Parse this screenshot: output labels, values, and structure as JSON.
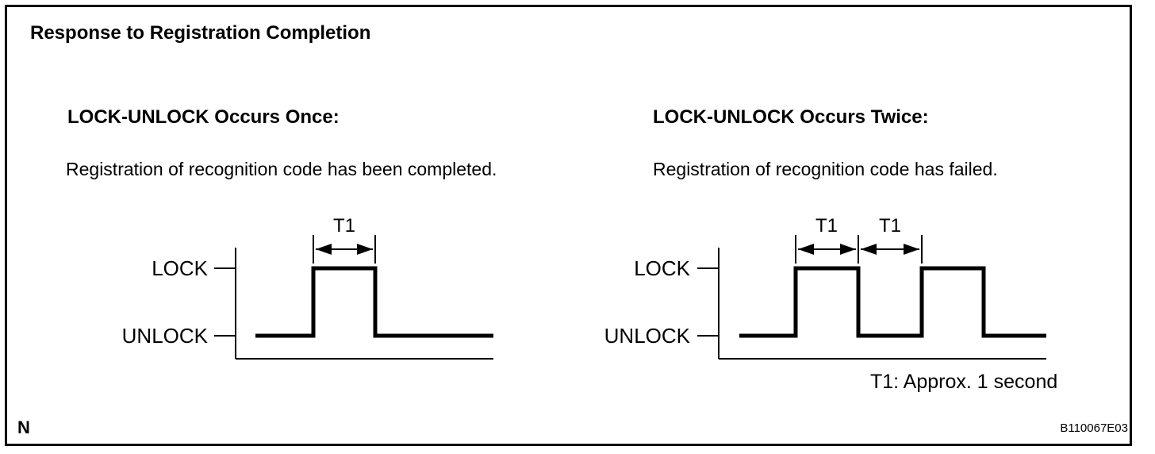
{
  "title": "Response to Registration Completion",
  "panels": {
    "left": {
      "heading": "LOCK-UNLOCK Occurs Once:",
      "description": "Registration of recognition code has been completed.",
      "diagram": {
        "type": "timing-waveform",
        "high_label": "LOCK",
        "low_label": "UNLOCK",
        "pulse_count": 1,
        "t1_labels": [
          "T1"
        ]
      }
    },
    "right": {
      "heading": "LOCK-UNLOCK Occurs Twice:",
      "description": "Registration of recognition code has failed.",
      "diagram": {
        "type": "timing-waveform",
        "high_label": "LOCK",
        "low_label": "UNLOCK",
        "pulse_count": 2,
        "t1_labels": [
          "T1",
          "T1"
        ]
      }
    }
  },
  "footnote": "T1: Approx. 1 second",
  "corner_mark": "N",
  "figure_code": "B110067E03",
  "colors": {
    "line": "#000000",
    "background": "#ffffff"
  }
}
